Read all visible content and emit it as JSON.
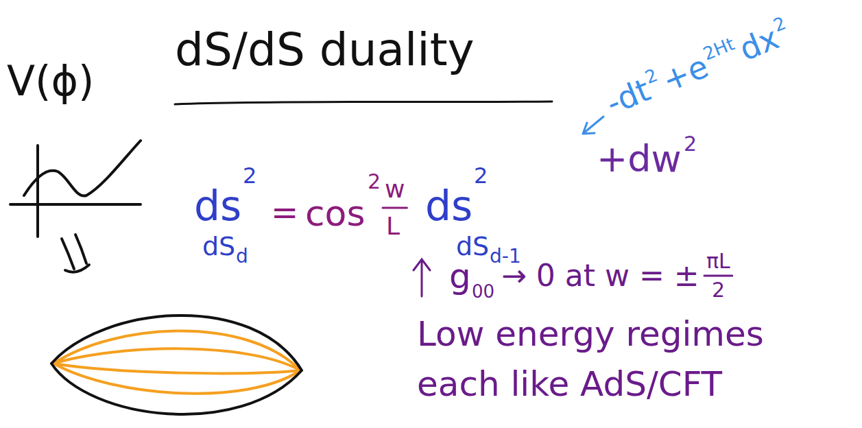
{
  "diagram": {
    "title": "dS/dS duality",
    "labels": [
      "V(ϕ)",
      "ds",
      "2",
      "dS",
      "d",
      "=",
      "cos",
      "2",
      "w",
      "L",
      "ds",
      "2",
      "dS",
      "d-1",
      "+dw",
      "2",
      "-dt",
      "2",
      "+e",
      "2Ht",
      "dx",
      "2",
      "g",
      "00",
      "→ 0 at w = ±",
      "πL",
      "2",
      "Low energy regimes",
      "each like AdS/CFT"
    ]
  }
}
